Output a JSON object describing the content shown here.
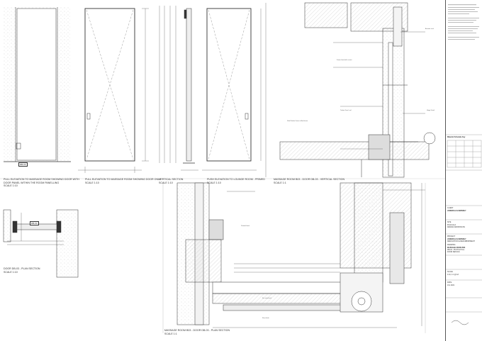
{
  "captions": {
    "pull_elev_panel": [
      "PULL ELEVATION TO MASSAGE ROOM SHOWING DOOR WITH",
      "DOOR PANEL WITHIN THE ROOM PANELLING",
      "SCALE 1:10"
    ],
    "pull_elev_door": [
      "PULL ELEVATION TO MASSAGE ROOM SHOWING DOOR ONLY",
      "SCALE 1:10"
    ],
    "vertical_section": [
      "VERTICAL SECTION",
      "SCALE 1:10"
    ],
    "push_elev": [
      "PUSH ELEVATION TO LOUNGE ROOM - PRIMED",
      "SCALE 1:10"
    ],
    "vertical_section_detail": [
      "MASSAGE ROOM B03 - DOOR DB-03 - VERTICAL SECTION",
      "SCALE 1:1"
    ],
    "plan_section": [
      "DOOR DB-03 - PLAN SECTION",
      "SCALE 1:10"
    ],
    "plan_section_detail": [
      "MASSAGE ROOM B03 - DOOR DB-03 - PLAN SECTION",
      "SCALE 1:1"
    ]
  },
  "tags": {
    "door_tag_1": "DB-03",
    "door_tag_2": "DB-03"
  },
  "notes": {
    "n1": "Solid Timber Frame to Architrave",
    "n2": "Frame fixed with screws",
    "n3": "Timber Door Leaf",
    "n4": "Acoustic seal",
    "n5": "Hinge Detail",
    "n6": "Painted finish",
    "n7": "Fire rated seal",
    "n8": "Floor finish"
  },
  "titleblock": {
    "header": "Material Schedule Key",
    "client_label": "CLIENT",
    "client": "JUMEIRAH GUERNSEY",
    "project_label": "PROJECT",
    "project": [
      "JUMEIRAH GUERNSEY",
      "RENOVATION & REFURBISHMENT"
    ],
    "site_label": "SITE",
    "site": [
      "PLACALLA",
      "DESIGN ADDISHAYAN"
    ],
    "drawing_label": "DRAWING",
    "drawing": [
      "MASSAGE ROOM B03",
      "DB-03 - PUSH & PULL",
      "DOOR DETAILS"
    ],
    "scale_label": "SCALE",
    "scale": "1:10, 1:1 @ A3",
    "date_label": "DATE",
    "date": "JUL 2021"
  }
}
